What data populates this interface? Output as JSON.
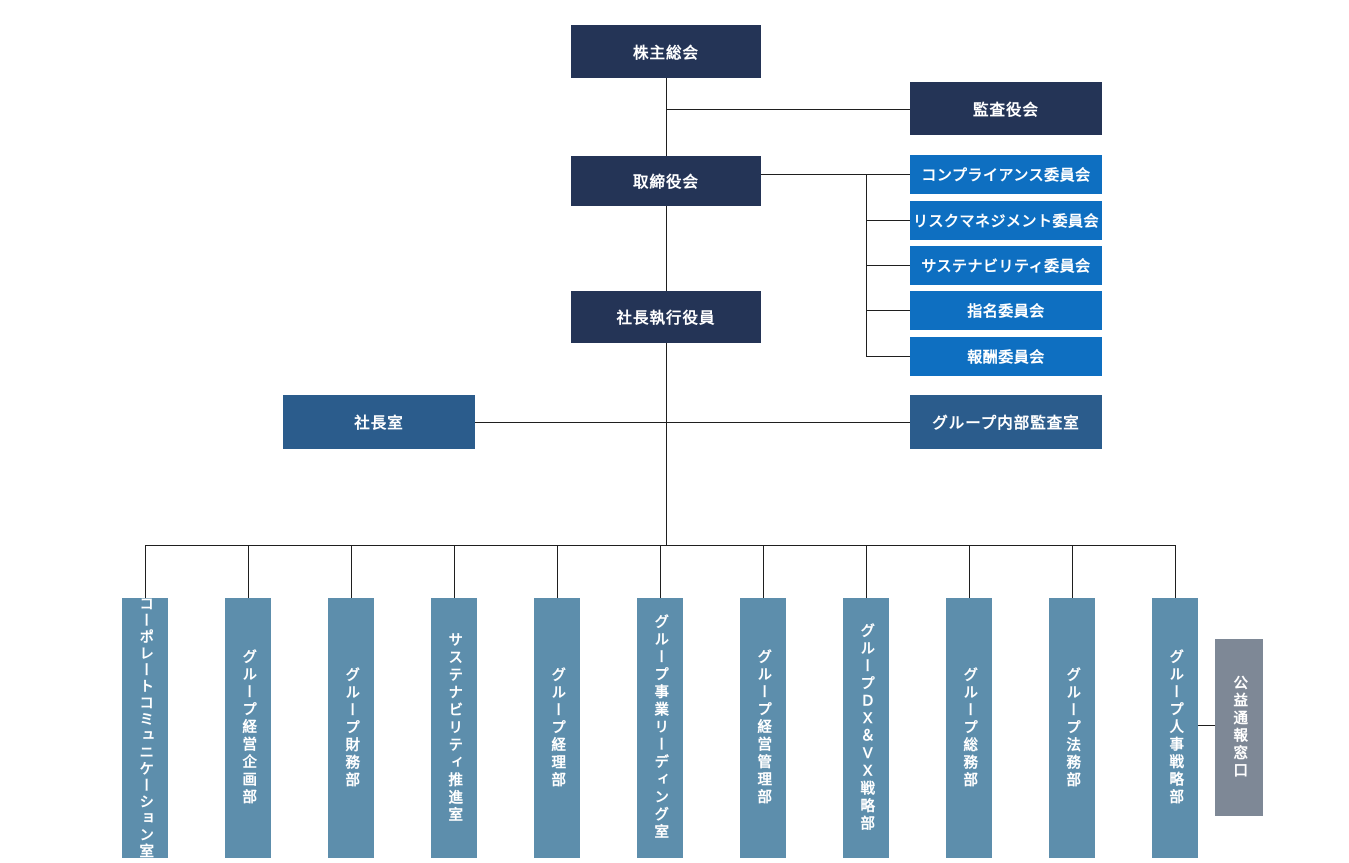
{
  "palette": {
    "navy": "#243456",
    "blue": "#0e6fc1",
    "medium_blue": "#2b5c8c",
    "teal": "#5d8eac",
    "gray": "#7e8896",
    "line": "#1f1f1f"
  },
  "nodes": {
    "shareholders_meeting": "株主総会",
    "audit_supervisory_board": "監査役会",
    "board_of_directors": "取締役会",
    "president_executive_officer": "社長執行役員",
    "presidents_office": "社長室",
    "group_internal_audit_office": "グループ内部監査室",
    "whistleblowing_contact": "公益通報窓口"
  },
  "committees": [
    "コンプライアンス委員会",
    "リスクマネジメント委員会",
    "サステナビリティ委員会",
    "指名委員会",
    "報酬委員会"
  ],
  "departments": [
    "コーポレートコミュニケーション室",
    "グループ経営企画部",
    "グループ財務部",
    "サステナビリティ推進室",
    "グループ経理部",
    "グループ事業リーディング室",
    "グループ経営管理部",
    "グループＤＸ＆ＶＸ戦略部",
    "グループ総務部",
    "グループ法務部",
    "グループ人事戦略部"
  ]
}
